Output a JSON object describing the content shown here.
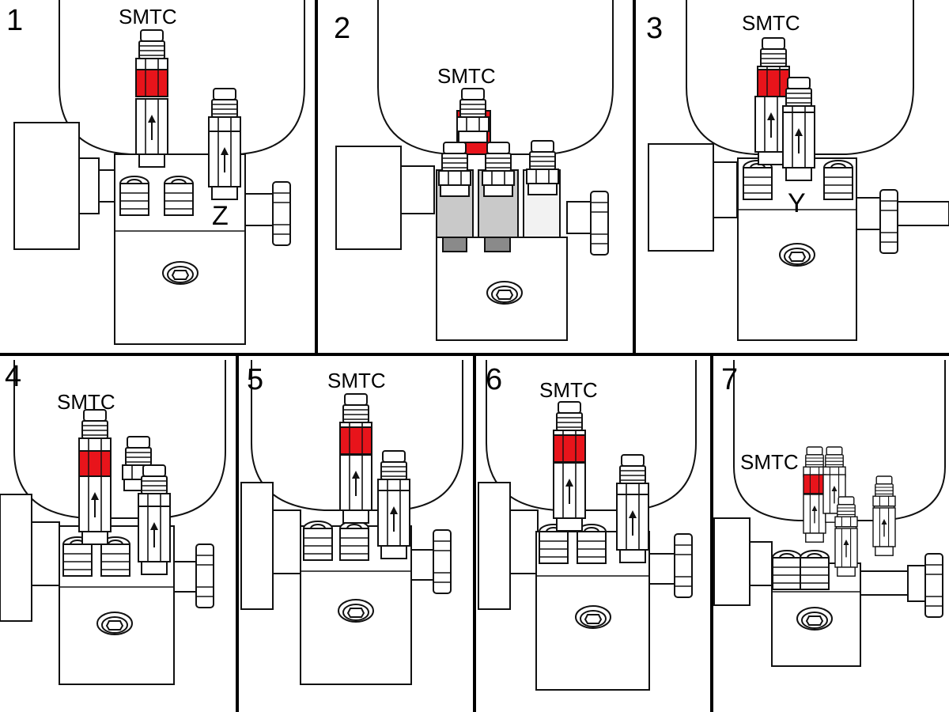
{
  "figure": {
    "panels": [
      {
        "number": "1",
        "fitting_label": "SMTC",
        "port_letter": "Z"
      },
      {
        "number": "2",
        "fitting_label": "SMTC",
        "port_letter": ""
      },
      {
        "number": "3",
        "fitting_label": "SMTC",
        "port_letter": "Y"
      },
      {
        "number": "4",
        "fitting_label": "SMTC",
        "port_letter": ""
      },
      {
        "number": "5",
        "fitting_label": "SMTC",
        "port_letter": ""
      },
      {
        "number": "6",
        "fitting_label": "SMTC",
        "port_letter": ""
      },
      {
        "number": "7",
        "fitting_label": "SMTC",
        "port_letter": ""
      }
    ]
  },
  "colors": {
    "highlight_red": "#e8141b",
    "line": "#111111",
    "grey_fitting": "#c9c9c9",
    "grey_dark": "#8a8a8a",
    "background": "#ffffff"
  }
}
